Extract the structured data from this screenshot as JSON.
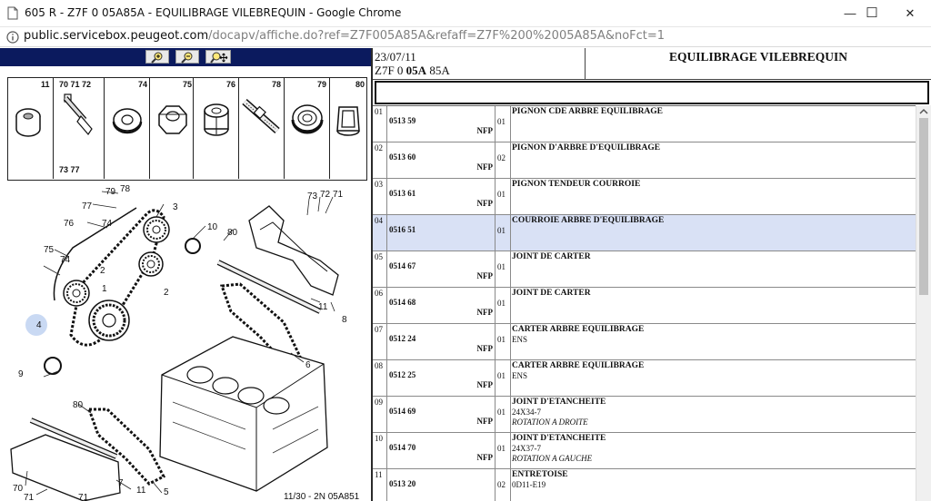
{
  "window": {
    "title": "605 R - Z7F 0 05A85A - EQUILIBRAGE VILEBREQUIN - Google Chrome",
    "minimize": "—",
    "maximize": "☐",
    "close": "✕"
  },
  "address": {
    "host": "public.servicebox.peugeot.com",
    "path": "/docapv/affiche.do?ref=Z7F005A85A&refaff=Z7F%200%2005A85A&noFct=1"
  },
  "toolbar": {
    "zoom_in_icon": "zoom-in-icon",
    "zoom_out_icon": "zoom-out-icon",
    "pan_zoom_icon": "pan-zoom-icon"
  },
  "legend": {
    "items": [
      {
        "num": "11",
        "num2": ""
      },
      {
        "num": "70 71 72",
        "num2": "73   77"
      },
      {
        "num": "74",
        "num2": ""
      },
      {
        "num": "75",
        "num2": ""
      },
      {
        "num": "76",
        "num2": ""
      },
      {
        "num": "78",
        "num2": ""
      },
      {
        "num": "79",
        "num2": ""
      },
      {
        "num": "80",
        "num2": ""
      }
    ]
  },
  "diagram": {
    "callouts": [
      "79",
      "78",
      "77",
      "3",
      "76",
      "74",
      "75",
      "74",
      "1",
      "2",
      "2",
      "10",
      "80",
      "73",
      "72",
      "71",
      "11",
      "8",
      "6",
      "4",
      "9",
      "80",
      "5",
      "11",
      "7",
      "70",
      "71",
      "71"
    ],
    "footer": "11/30 - 2N 05A851"
  },
  "header": {
    "date": "23/07/11",
    "ref_prefix": "Z7F 0 ",
    "ref_bold": "05A",
    "ref_suffix": " 85A",
    "title": "EQUILIBRAGE VILEBREQUIN"
  },
  "rows": [
    {
      "idx": "01",
      "ref": "0513 59",
      "nfp": "NFP",
      "qty": "01",
      "desc": "PIGNON CDE ARBRE EQUILIBRAGE",
      "sub": "",
      "note": ""
    },
    {
      "idx": "02",
      "ref": "0513 60",
      "nfp": "NFP",
      "qty": "02",
      "desc": "PIGNON D'ARBRE D'EQUILIBRAGE",
      "sub": "",
      "note": ""
    },
    {
      "idx": "03",
      "ref": "0513 61",
      "nfp": "NFP",
      "qty": "01",
      "desc": "PIGNON TENDEUR COURROIE",
      "sub": "",
      "note": ""
    },
    {
      "idx": "04",
      "ref": "0516 51",
      "nfp": "",
      "qty": "01",
      "desc": "COURROIE ARBRE D'EQUILIBRAGE",
      "sub": "",
      "note": ""
    },
    {
      "idx": "05",
      "ref": "0514 67",
      "nfp": "NFP",
      "qty": "01",
      "desc": "JOINT DE CARTER",
      "sub": "",
      "note": ""
    },
    {
      "idx": "06",
      "ref": "0514 68",
      "nfp": "NFP",
      "qty": "01",
      "desc": "JOINT DE CARTER",
      "sub": "",
      "note": ""
    },
    {
      "idx": "07",
      "ref": "0512 24",
      "nfp": "NFP",
      "qty": "01",
      "desc": "CARTER ARBRE EQUILIBRAGE",
      "sub": "ENS",
      "note": ""
    },
    {
      "idx": "08",
      "ref": "0512 25",
      "nfp": "NFP",
      "qty": "01",
      "desc": "CARTER ARBRE EQUILIBRAGE",
      "sub": "ENS",
      "note": ""
    },
    {
      "idx": "09",
      "ref": "0514 69",
      "nfp": "NFP",
      "qty": "01",
      "desc": "JOINT D'ETANCHEITE",
      "sub": "24X34-7",
      "note": "ROTATION A DROITE"
    },
    {
      "idx": "10",
      "ref": "0514 70",
      "nfp": "NFP",
      "qty": "01",
      "desc": "JOINT D'ETANCHEITE",
      "sub": "24X37-7",
      "note": "ROTATION A GAUCHE"
    },
    {
      "idx": "11",
      "ref": "0513 20",
      "nfp": "",
      "qty": "02",
      "desc": "ENTRETOISE",
      "sub": "0D11-E19",
      "note": ""
    }
  ]
}
